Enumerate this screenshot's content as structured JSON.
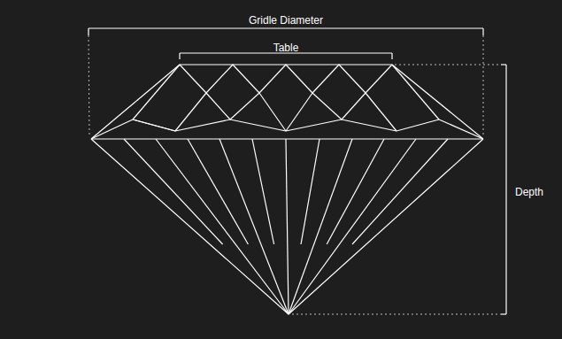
{
  "diagram": {
    "labels": [
      "Gridle Diameter",
      "Table",
      "Depth"
    ]
  }
}
